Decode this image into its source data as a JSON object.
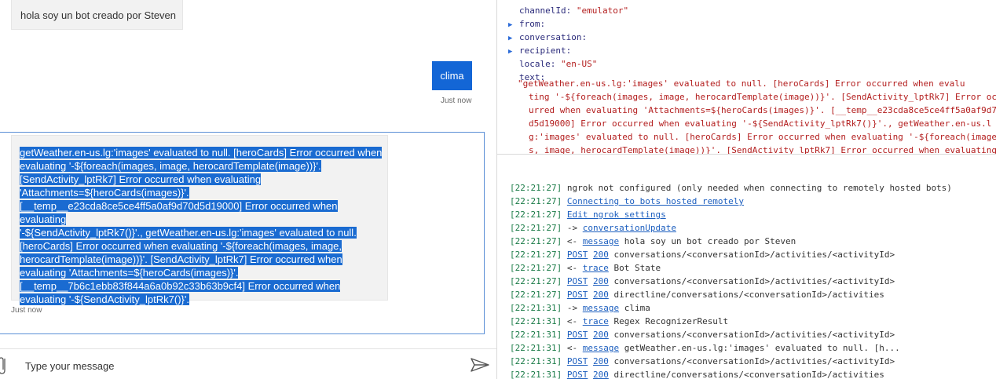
{
  "chat": {
    "bot_greeting": "hola soy un bot creado por Steven",
    "user_message": "clima",
    "user_timestamp": "Just now",
    "error_message": "getWeather.en-us.lg:'images' evaluated to null. [heroCards] Error occurred when evaluating '-${foreach(images, image, herocardTemplate(image))}'. [SendActivity_lptRk7] Error occurred when evaluating 'Attachments=${heroCards(images)}'. [__temp__e23cda8ce5ce4ff5a0af9d70d5d19000] Error occurred when evaluating '-${SendActivity_lptRk7()}'., getWeather.en-us.lg:'images' evaluated to null. [heroCards] Error occurred when evaluating '-${foreach(images, image, herocardTemplate(image))}'. [SendActivity_lptRk7] Error occurred when evaluating 'Attachments=${heroCards(images)}'. [__temp__7b6c1ebb83f844a6a0b92c33b63b9cf4] Error occurred when evaluating '-${SendActivity_lptRk7()}'.",
    "error_lines": [
      "getWeather.en-us.lg:'images' evaluated to null. [heroCards] Error occurred when",
      "evaluating '-${foreach(images, image, herocardTemplate(image))}'.",
      "[SendActivity_lptRk7] Error occurred when evaluating",
      "'Attachments=${heroCards(images)}'.",
      "[__temp__e23cda8ce5ce4ff5a0af9d70d5d19000] Error occurred when evaluating",
      "'-${SendActivity_lptRk7()}'., getWeather.en-us.lg:'images' evaluated to null.",
      "[heroCards] Error occurred when evaluating '-${foreach(images, image,",
      "herocardTemplate(image))}'. [SendActivity_lptRk7] Error occurred when",
      "evaluating 'Attachments=${heroCards(images)}'.",
      "[__temp__7b6c1ebb83f844a6a0b92c33b63b9cf4] Error occurred when",
      "evaluating '-${SendActivity_lptRk7()}'."
    ],
    "error_timestamp": "Just now",
    "input_placeholder": "Type your message"
  },
  "inspector": {
    "channel_key": "channelId:",
    "channel_value": "\"emulator\"",
    "from_key": "from:",
    "conversation_key": "conversation:",
    "recipient_key": "recipient:",
    "locale_key": "locale:",
    "locale_value": "\"en-US\"",
    "text_key": "text:",
    "text_lines": [
      "\"getWeather.en-us.lg:'images' evaluated to null. [heroCards] Error occurred when evalu",
      "ting '-${foreach(images, image, herocardTemplate(image))}'. [SendActivity_lptRk7] Error oc",
      "urred when evaluating 'Attachments=${heroCards(images)}'. [__temp__e23cda8ce5ce4ff5a0af9d70",
      "d5d19000] Error occurred when evaluating '-${SendActivity_lptRk7()}'., getWeather.en-us.l",
      "g:'images' evaluated to null. [heroCards] Error occurred when evaluating '-${foreach(image",
      "s, image, herocardTemplate(image))}'. [SendActivity_lptRk7] Error occurred when evaluating"
    ]
  },
  "log": [
    {
      "ts": "[22:21:27]",
      "parts": [
        {
          "t": "ngrok not configured (only needed when connecting to remotely hosted bots)",
          "link": false
        }
      ]
    },
    {
      "ts": "[22:21:27]",
      "parts": [
        {
          "t": "Connecting to bots hosted remotely",
          "link": true
        }
      ]
    },
    {
      "ts": "[22:21:27]",
      "parts": [
        {
          "t": "Edit ngrok settings",
          "link": true
        }
      ]
    },
    {
      "ts": "[22:21:27]",
      "parts": [
        {
          "t": "-> ",
          "link": false
        },
        {
          "t": "conversationUpdate",
          "link": true
        }
      ]
    },
    {
      "ts": "[22:21:27]",
      "parts": [
        {
          "t": "<- ",
          "link": false
        },
        {
          "t": "message",
          "link": true
        },
        {
          "t": " hola soy un bot creado por Steven",
          "link": false
        }
      ]
    },
    {
      "ts": "[22:21:27]",
      "parts": [
        {
          "t": "POST",
          "link": true
        },
        {
          "t": " ",
          "link": false
        },
        {
          "t": "200",
          "link": true
        },
        {
          "t": " conversations/<conversationId>/activities/<activityId>",
          "link": false
        }
      ]
    },
    {
      "ts": "[22:21:27]",
      "parts": [
        {
          "t": "<- ",
          "link": false
        },
        {
          "t": "trace",
          "link": true
        },
        {
          "t": " Bot State",
          "link": false
        }
      ]
    },
    {
      "ts": "[22:21:27]",
      "parts": [
        {
          "t": "POST",
          "link": true
        },
        {
          "t": " ",
          "link": false
        },
        {
          "t": "200",
          "link": true
        },
        {
          "t": " conversations/<conversationId>/activities/<activityId>",
          "link": false
        }
      ]
    },
    {
      "ts": "[22:21:27]",
      "parts": [
        {
          "t": "POST",
          "link": true
        },
        {
          "t": " ",
          "link": false
        },
        {
          "t": "200",
          "link": true
        },
        {
          "t": " directline/conversations/<conversationId>/activities",
          "link": false
        }
      ]
    },
    {
      "ts": "[22:21:31]",
      "parts": [
        {
          "t": "-> ",
          "link": false
        },
        {
          "t": "message",
          "link": true
        },
        {
          "t": " clima",
          "link": false
        }
      ]
    },
    {
      "ts": "[22:21:31]",
      "parts": [
        {
          "t": "<- ",
          "link": false
        },
        {
          "t": "trace",
          "link": true
        },
        {
          "t": " Regex RecognizerResult",
          "link": false
        }
      ]
    },
    {
      "ts": "[22:21:31]",
      "parts": [
        {
          "t": "POST",
          "link": true
        },
        {
          "t": " ",
          "link": false
        },
        {
          "t": "200",
          "link": true
        },
        {
          "t": " conversations/<conversationId>/activities/<activityId>",
          "link": false
        }
      ]
    },
    {
      "ts": "[22:21:31]",
      "parts": [
        {
          "t": "<- ",
          "link": false
        },
        {
          "t": "message",
          "link": true
        },
        {
          "t": " getWeather.en-us.lg:'images' evaluated to null. [h...",
          "link": false
        }
      ]
    },
    {
      "ts": "[22:21:31]",
      "parts": [
        {
          "t": "POST",
          "link": true
        },
        {
          "t": " ",
          "link": false
        },
        {
          "t": "200",
          "link": true
        },
        {
          "t": " conversations/<conversationId>/activities/<activityId>",
          "link": false
        }
      ]
    },
    {
      "ts": "[22:21:31]",
      "parts": [
        {
          "t": "POST",
          "link": true
        },
        {
          "t": " ",
          "link": false
        },
        {
          "t": "200",
          "link": true
        },
        {
          "t": " directline/conversations/<conversationId>/activities",
          "link": false
        }
      ]
    }
  ],
  "colors": {
    "user_bubble": "#1366d6",
    "selection": "#1a6bd1",
    "timestamp_green": "#1a7b47",
    "link_blue": "#1d5fbf",
    "string_red": "#b31d1d"
  },
  "icons": {
    "attach": "paperclip-icon",
    "send": "send-icon",
    "expand": "triangle-right-icon"
  }
}
